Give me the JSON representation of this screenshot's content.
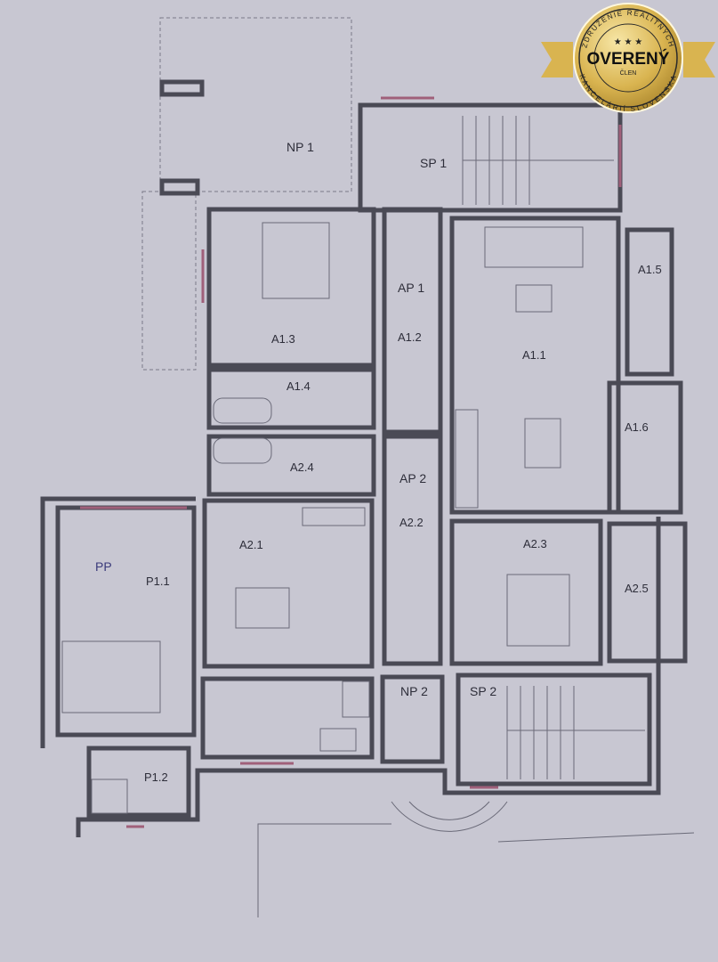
{
  "badge": {
    "top": "ZDRUŽENIE REALITNÝCH",
    "main": "OVERENÝ",
    "sub": "ČLEN",
    "bottom": "KANCELÁRIÍ SLOVENSKA",
    "stars": "★ ★ ★",
    "color": "#d9b450"
  },
  "rooms": {
    "np1": "NP 1",
    "sp1": "SP 1",
    "ap1": "AP 1",
    "a13": "A1.3",
    "a12": "A1.2",
    "a11": "A1.1",
    "a15": "A1.5",
    "a14": "A1.4",
    "a16": "A1.6",
    "a24": "A2.4",
    "ap2": "AP 2",
    "a22": "A2.2",
    "a21": "A2.1",
    "a23": "A2.3",
    "pp": "PP",
    "p11": "P1.1",
    "a25": "A2.5",
    "np2": "NP 2",
    "sp2": "SP 2",
    "p12": "P1.2"
  }
}
